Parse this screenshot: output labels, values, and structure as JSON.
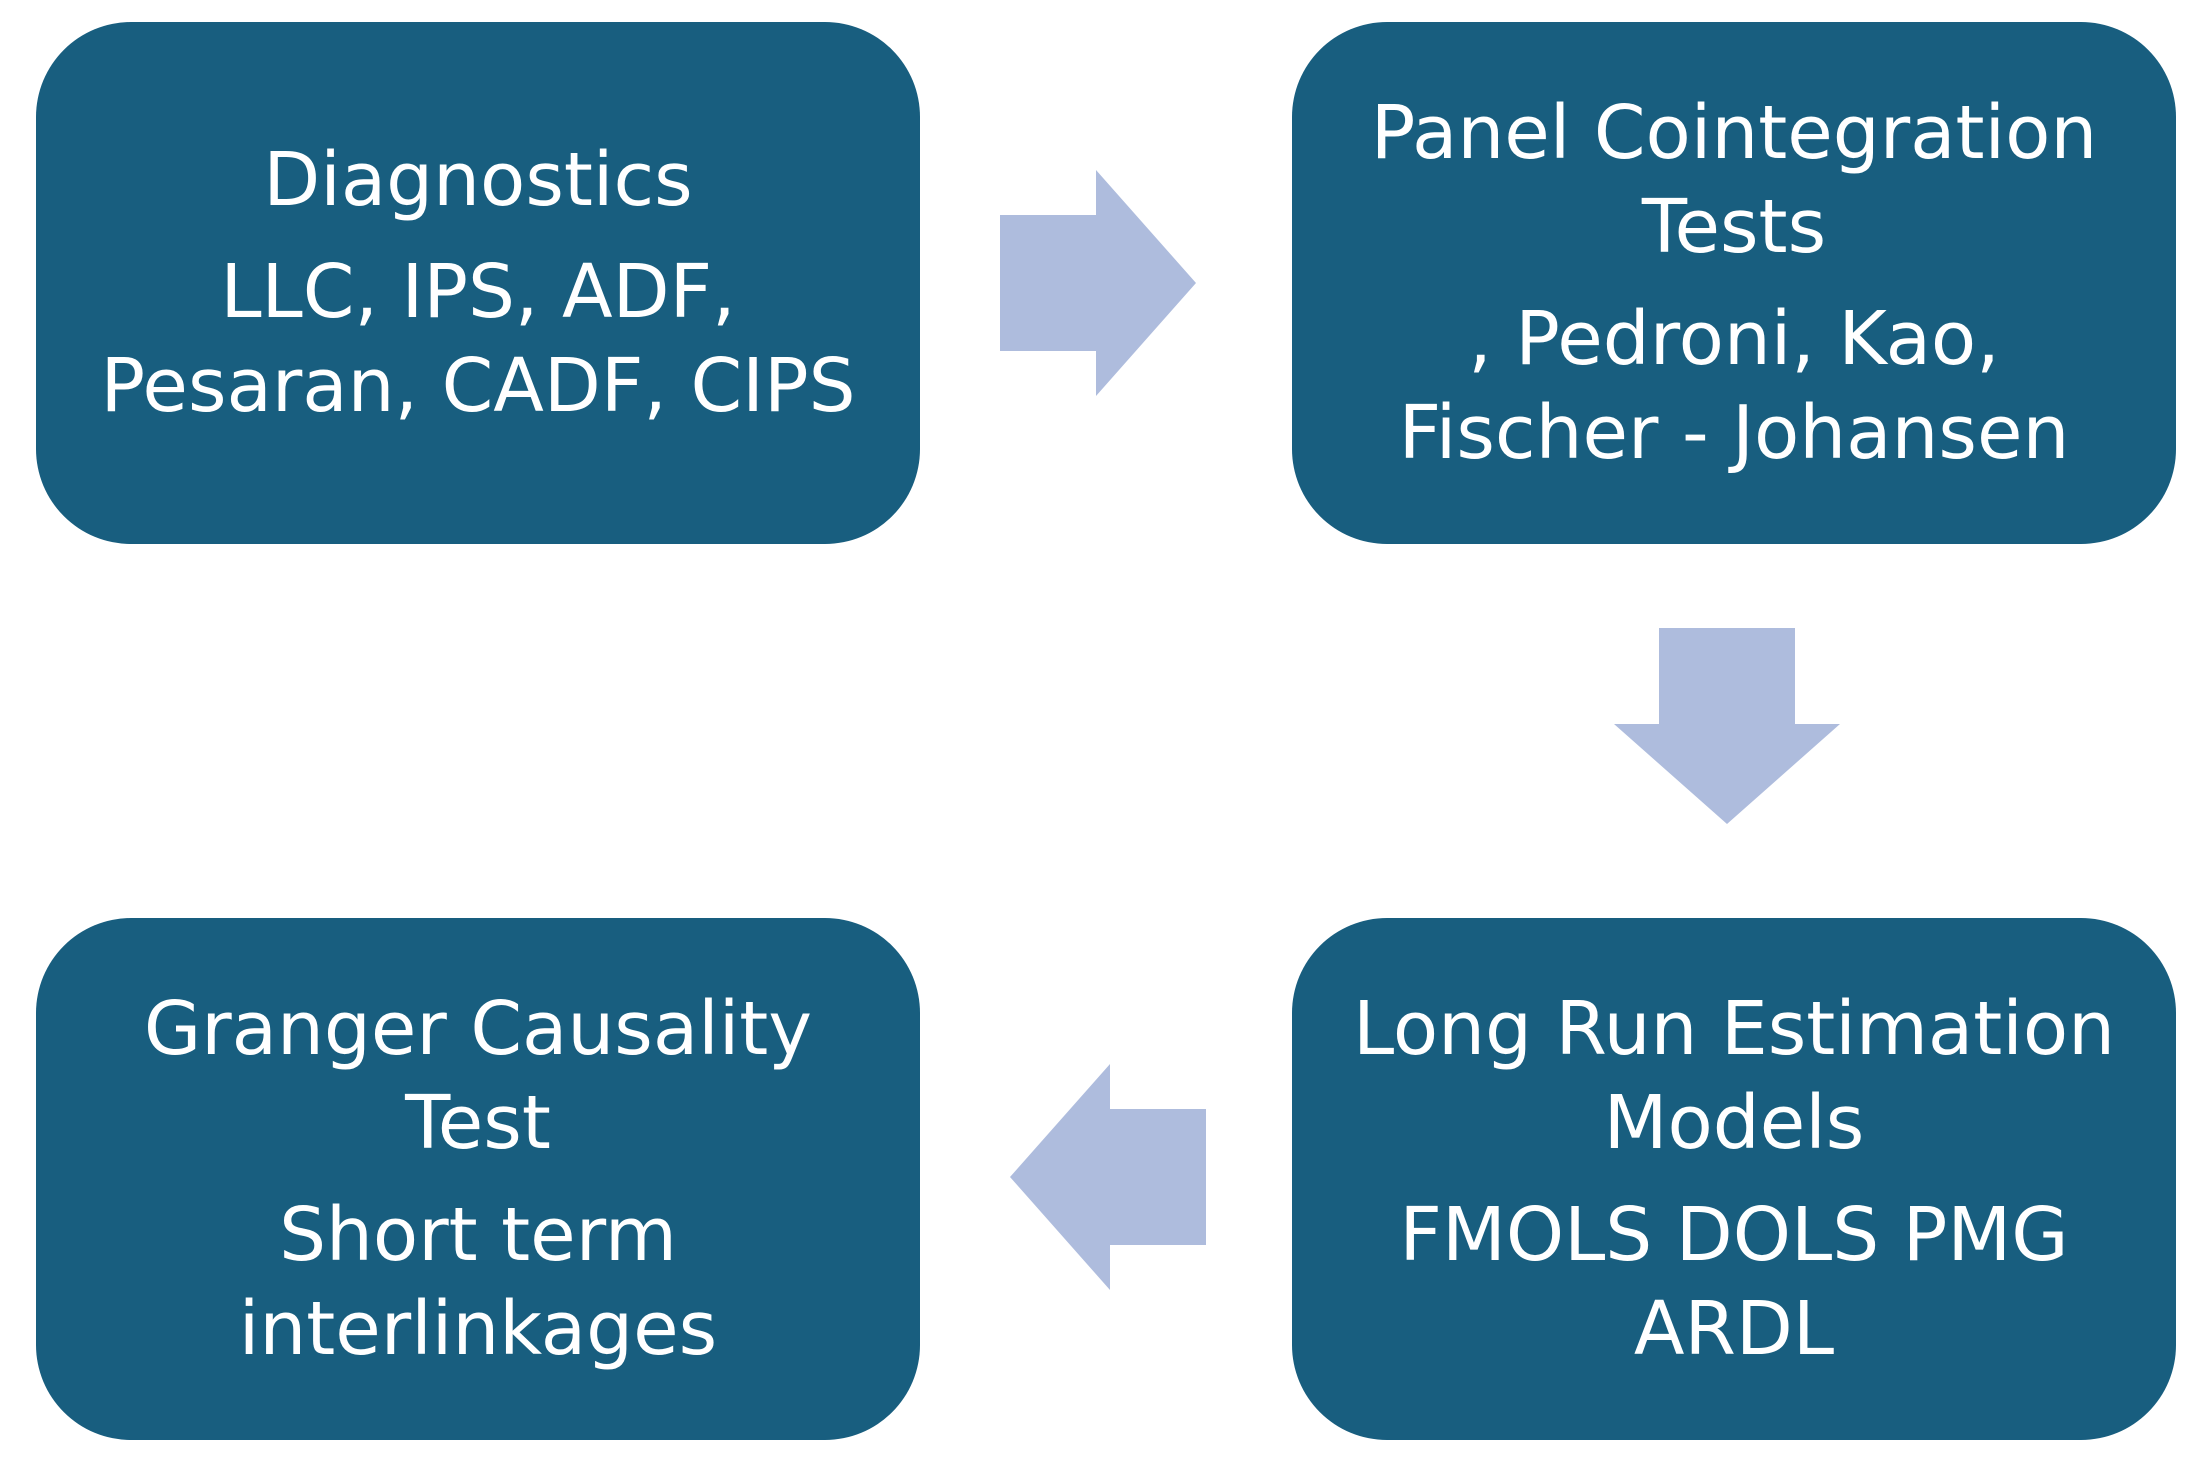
{
  "colors": {
    "box_fill": "#185e7f",
    "box_text": "#ffffff",
    "arrow_fill": "#aebcdd",
    "background": "#ffffff"
  },
  "steps": [
    {
      "title": "Diagnostics",
      "body": "LLC, IPS, ADF,\nPesaran, CADF, CIPS"
    },
    {
      "title": "Panel Cointegration\nTests",
      "body": ", Pedroni, Kao,\nFischer - Johansen"
    },
    {
      "title": "Long Run Estimation\nModels",
      "body": "FMOLS DOLS PMG\nARDL"
    },
    {
      "title": "Granger Causality\nTest",
      "body": "Short term\ninterlinkages"
    }
  ],
  "arrows": [
    {
      "from": "Diagnostics",
      "to": "Panel Cointegration Tests",
      "direction": "right"
    },
    {
      "from": "Panel Cointegration Tests",
      "to": "Long Run Estimation Models",
      "direction": "down"
    },
    {
      "from": "Long Run Estimation Models",
      "to": "Granger Causality Test",
      "direction": "left"
    }
  ]
}
